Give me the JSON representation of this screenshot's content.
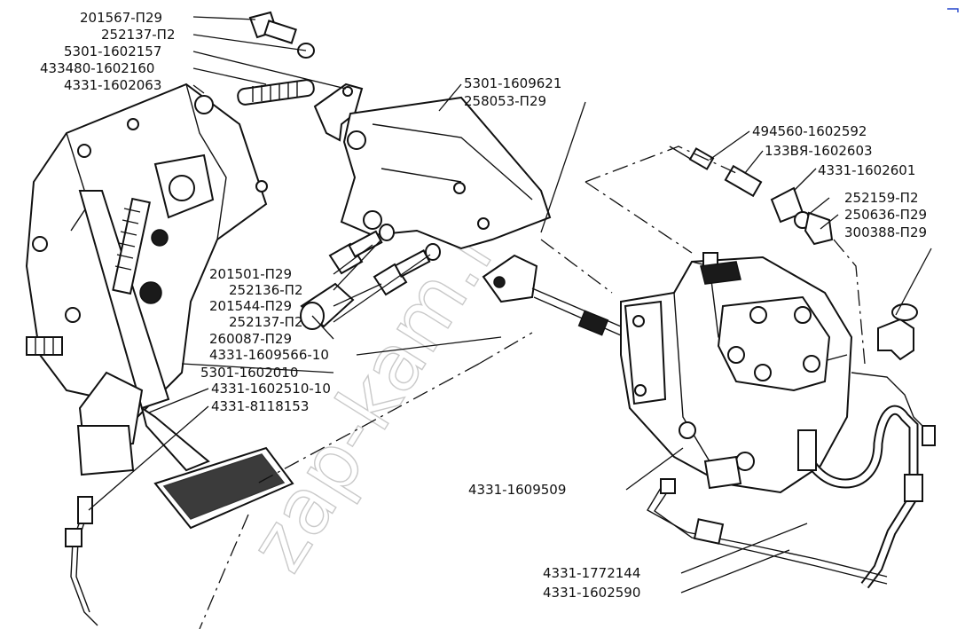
{
  "diagram": {
    "watermark": "zap-kam.ru",
    "labels": [
      "201567-П29",
      "252137-П2",
      "5301-1602157",
      "433480-1602160",
      "4331-1602063",
      "5301-1609621",
      "258053-П29",
      "494560-1602592",
      "133ВЯ-1602603",
      "4331-1602601",
      "252159-П2",
      "250636-П29",
      "300388-П29",
      "201501-П29",
      "252136-П2",
      "201544-П29",
      "252137-П2",
      "260087-П29",
      "4331-1609566-10",
      "5301-1602010",
      "4331-1602510-10",
      "4331-8118153",
      "4331-1609509",
      "4331-1772144",
      "4331-1602590"
    ]
  }
}
